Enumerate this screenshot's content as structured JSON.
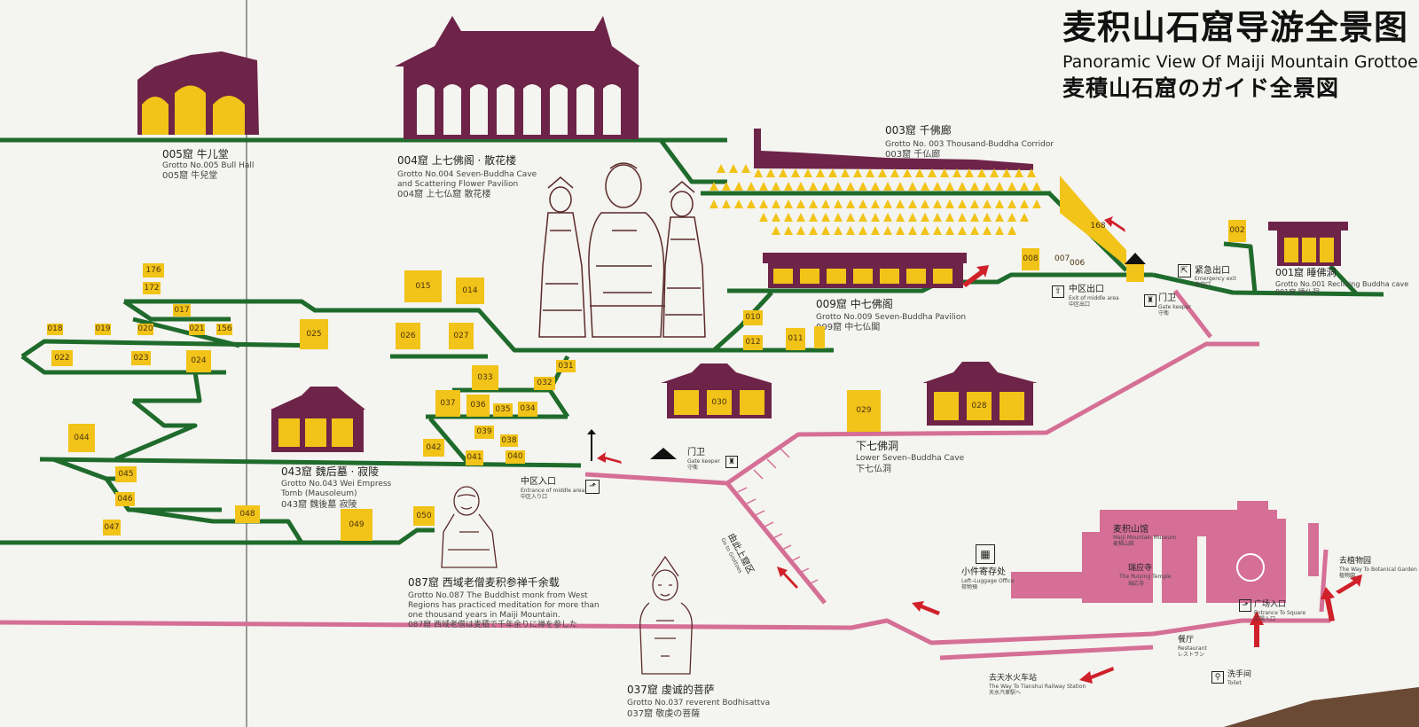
{
  "title": {
    "cn": "麦积山石窟导游全景图",
    "en": "Panoramic View Of Maiji Mountain Grottoes",
    "jp": "麦積山石窟のガイド全景図"
  },
  "colors": {
    "board": "#f4f4f0",
    "green_path": "#1f6b2c",
    "pink_path": "#d56f96",
    "yellow_cave": "#f2c318",
    "maroon_roof": "#6e2448",
    "red_arrow": "#d0202a"
  },
  "labels": {
    "c005": {
      "cn": "005窟  牛儿堂",
      "en": "Grotto No.005  Bull Hall",
      "jp": "005窟  牛兒堂"
    },
    "c004": {
      "cn": "004窟  上七佛阁 · 散花楼",
      "en1": "Grotto No.004 Seven-Buddha Cave",
      "en2": "and Scattering Flower Pavilion",
      "jp": "004窟  上七仏窟 散花楼"
    },
    "c003": {
      "cn": "003窟  千佛廊",
      "en": "Grotto No. 003 Thousand-Buddha Corridor",
      "jp": "003窟  千仏廊"
    },
    "c009": {
      "cn": "009窟  中七佛阁",
      "en": "Grotto No.009 Seven-Buddha Pavilion",
      "jp": "009窟  中七仏閣"
    },
    "c001": {
      "cn": "001窟  睡佛洞",
      "en": "Grotto No.001 Reclining Buddha cave",
      "jp": "001窟  睡仏洞"
    },
    "lower": {
      "cn": "下七佛洞",
      "en": "Lower Seven–Buddha Cave",
      "jp": "下七仏洞"
    },
    "c043": {
      "cn": "043窟  魏后墓 · 寂陵",
      "en1": "Grotto No.043 Wei Empress",
      "en2": "Tomb (Mausoleum)",
      "jp": "043窟  魏後墓 寂陵"
    },
    "c087": {
      "cn": "087窟  西域老僧麦积参禅千余载",
      "en1": "Grotto No.087 The Buddhist monk from West",
      "en2": "Regions has practiced meditation for more than",
      "en3": "one thousand years in Maiji Mountain.",
      "jp": "087窟  西域老僧は麦積で千年余りに禅を参した"
    },
    "c037": {
      "cn": "037窟  虔诚的菩萨",
      "en": "Grotto No.037  reverent Bodhisattva",
      "jp": "037窟  敬虔の菩薩"
    },
    "mid_entrance": {
      "cn": "中区入口",
      "en": "Entrance of middle area",
      "jp": "中区入り口"
    },
    "mid_exit": {
      "cn": "中区出口",
      "en": "Exit of middle area",
      "jp": "中区出口"
    },
    "gate1": {
      "cn": "门卫",
      "en": "Gate keeper",
      "jp": "守衛"
    },
    "gate2": {
      "cn": "门卫",
      "en": "Gate keeper",
      "jp": "守衛"
    },
    "emergency": {
      "cn": "紧急出口",
      "en": "Emergency exit",
      "jp": "非常口"
    },
    "exit_upper": {
      "cn": "由此上窟区",
      "en": "Go to Grottoes"
    },
    "museum": {
      "cn": "麦积山馆",
      "en": "Maiji Mountain Museum",
      "jp": "麦積山館"
    },
    "temple": {
      "cn": "瑞应寺",
      "en": "The Ruiying Temple",
      "jp": "瑞応寺"
    },
    "luggage": {
      "cn": "小件寄存处",
      "en": "Left–Luggage Office",
      "jp": "荷物預"
    },
    "restaurant": {
      "cn": "餐厅",
      "en": "Restaurant",
      "jp": "レストラン"
    },
    "square": {
      "cn": "广场入口",
      "en": "Entrance To Square",
      "jp": "広場入口"
    },
    "botanical": {
      "cn": "去植物园",
      "en": "The Way To Botanical Garden",
      "jp": "植物園"
    },
    "station": {
      "cn": "去天水火车站",
      "en": "The Way To Tianshui Railway Station",
      "jp": "天水汽車駅へ"
    },
    "toilet": {
      "cn": "洗手间",
      "en": "Toilet"
    }
  },
  "caves": [
    "176",
    "172",
    "017",
    "018",
    "019",
    "020",
    "021",
    "156",
    "022",
    "023",
    "024",
    "015",
    "014",
    "025",
    "026",
    "027",
    "033",
    "032",
    "031",
    "037",
    "036",
    "035",
    "034",
    "039",
    "038",
    "040",
    "041",
    "042",
    "044",
    "045",
    "046",
    "047",
    "048",
    "049",
    "050",
    "043",
    "030",
    "029",
    "028",
    "010",
    "012",
    "011",
    "009",
    "008",
    "007",
    "006",
    "168",
    "002",
    "001",
    "003",
    "004",
    "005"
  ]
}
